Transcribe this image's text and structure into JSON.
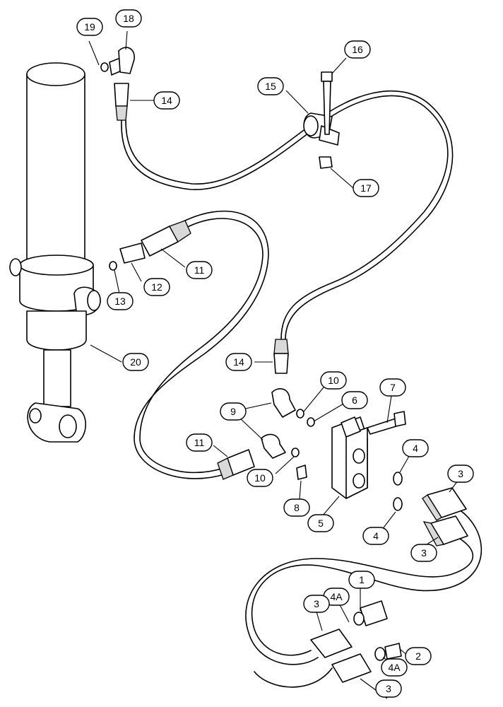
{
  "callouts": {
    "c1": "1",
    "c2": "2",
    "c3a": "3",
    "c3b": "3",
    "c3c": "3",
    "c3d": "3",
    "c4a": "4",
    "c4b": "4",
    "c4Aa": "4A",
    "c4Ab": "4A",
    "c5": "5",
    "c6": "6",
    "c7": "7",
    "c8": "8",
    "c9": "9",
    "c10a": "10",
    "c10b": "10",
    "c11a": "11",
    "c11b": "11",
    "c12": "12",
    "c13": "13",
    "c14a": "14",
    "c14b": "14",
    "c15": "15",
    "c16": "16",
    "c17": "17",
    "c18": "18",
    "c19": "19",
    "c20": "20"
  }
}
